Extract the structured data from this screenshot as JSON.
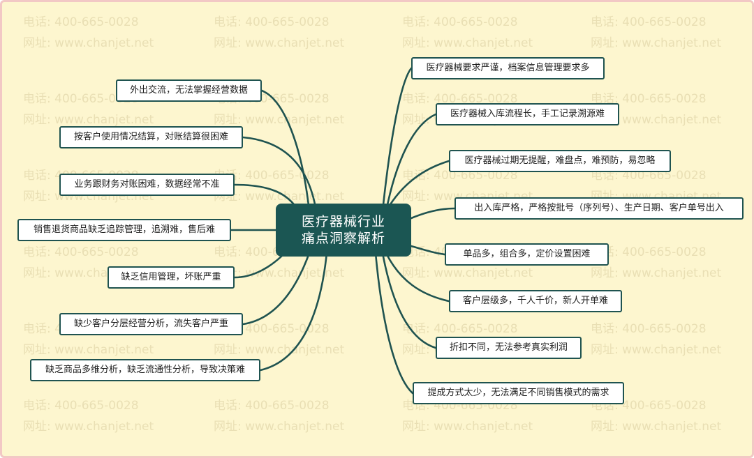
{
  "central_topic": {
    "line1": "医疗器械行业",
    "line2": "痛点洞察解析"
  },
  "left_topics": [
    "外出交流，无法掌握经营数据",
    "按客户使用情况结算，对账结算很困难",
    "业务跟财务对账困难，数据经常不准",
    "销售退货商品缺乏追踪管理，追溯难，售后难",
    "缺乏信用管理，坏账严重",
    "缺少客户分层经营分析，流失客户严重",
    "缺乏商品多维分析，缺乏流通性分析，导致决策难"
  ],
  "right_topics": [
    "医疗器械要求严谨，档案信息管理要求多",
    "医疗器械入库流程长，手工记录溯源难",
    "医疗器械过期无提醒，难盘点，难预防，易忽略",
    "出入库严格，严格按批号（序列号）、生产日期、客户单号出入",
    "单品多，组合多，定价设置困难",
    "客户层级多，千人千价，新人开单难",
    "折扣不同，无法参考真实利润",
    "提成方式太少，无法满足不同销售模式的需求"
  ],
  "watermark": {
    "phone": "电话: 400-665-0028",
    "site": "网址: www.chanjet.net"
  },
  "colors": {
    "background": "#fdf6cf",
    "branch": "#1f5350",
    "central": "#1b5653",
    "border": "#f2c8c5",
    "watermark": "#e9dfb4"
  }
}
